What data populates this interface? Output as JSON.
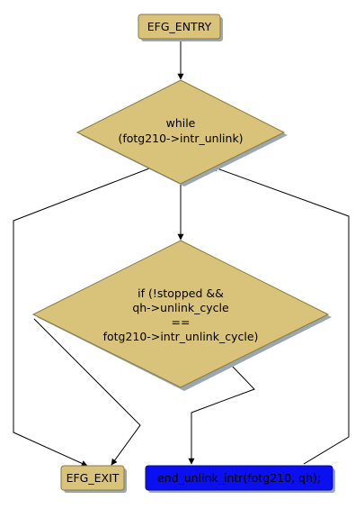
{
  "nodes": {
    "entry": {
      "label": "EFG_ENTRY"
    },
    "while": {
      "lines": [
        "while",
        "(fotg210->intr_unlink)"
      ]
    },
    "if": {
      "lines": [
        "if (!stopped &&",
        "qh->unlink_cycle",
        "==",
        "fotg210->intr_unlink_cycle)"
      ]
    },
    "exit": {
      "label": "EFG_EXIT"
    },
    "call": {
      "label": "end_unlink_intr(fotg210, qh);"
    }
  },
  "colors": {
    "node_fill": "#d9c27a",
    "node_stroke": "#8a7a3a",
    "shadow": "#9aa6b2",
    "call_fill": "#0a10f0",
    "call_stroke": "#050a90",
    "edge": "#000000"
  }
}
